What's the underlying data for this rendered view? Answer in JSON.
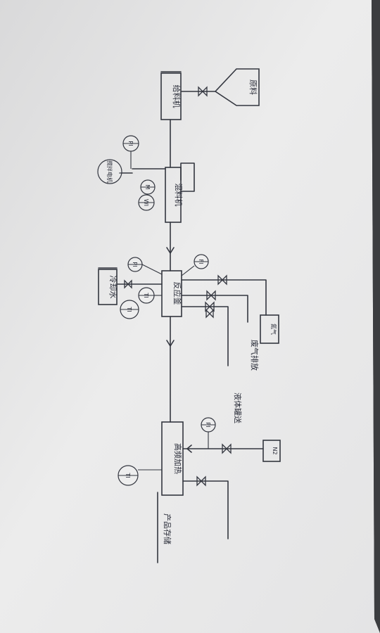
{
  "equipment": {
    "raw_material": "原料",
    "feeder": "给料机",
    "mixer": "混料机",
    "reactor": "反应釜",
    "cooling_water": "冷却水",
    "heater": "高频加热",
    "n2": "N2",
    "nitrogen": "氮气"
  },
  "lines": {
    "exhaust": "废气排放",
    "to_tank": "液体罐送",
    "product": "产品存储"
  },
  "instruments": {
    "pi_1": "PI",
    "pi_2": "PI",
    "pi_3": "PI",
    "ti_1": "TI",
    "ti_2": "TI",
    "ti_3": "TI",
    "fi_1": "FI",
    "wi_1": "WI",
    "mi_1": "M"
  },
  "annotations": {
    "motor_note": "搅拌电机"
  },
  "colors": {
    "paper": "#ececec",
    "ink": "#33363f",
    "background": "#3c3d40"
  }
}
